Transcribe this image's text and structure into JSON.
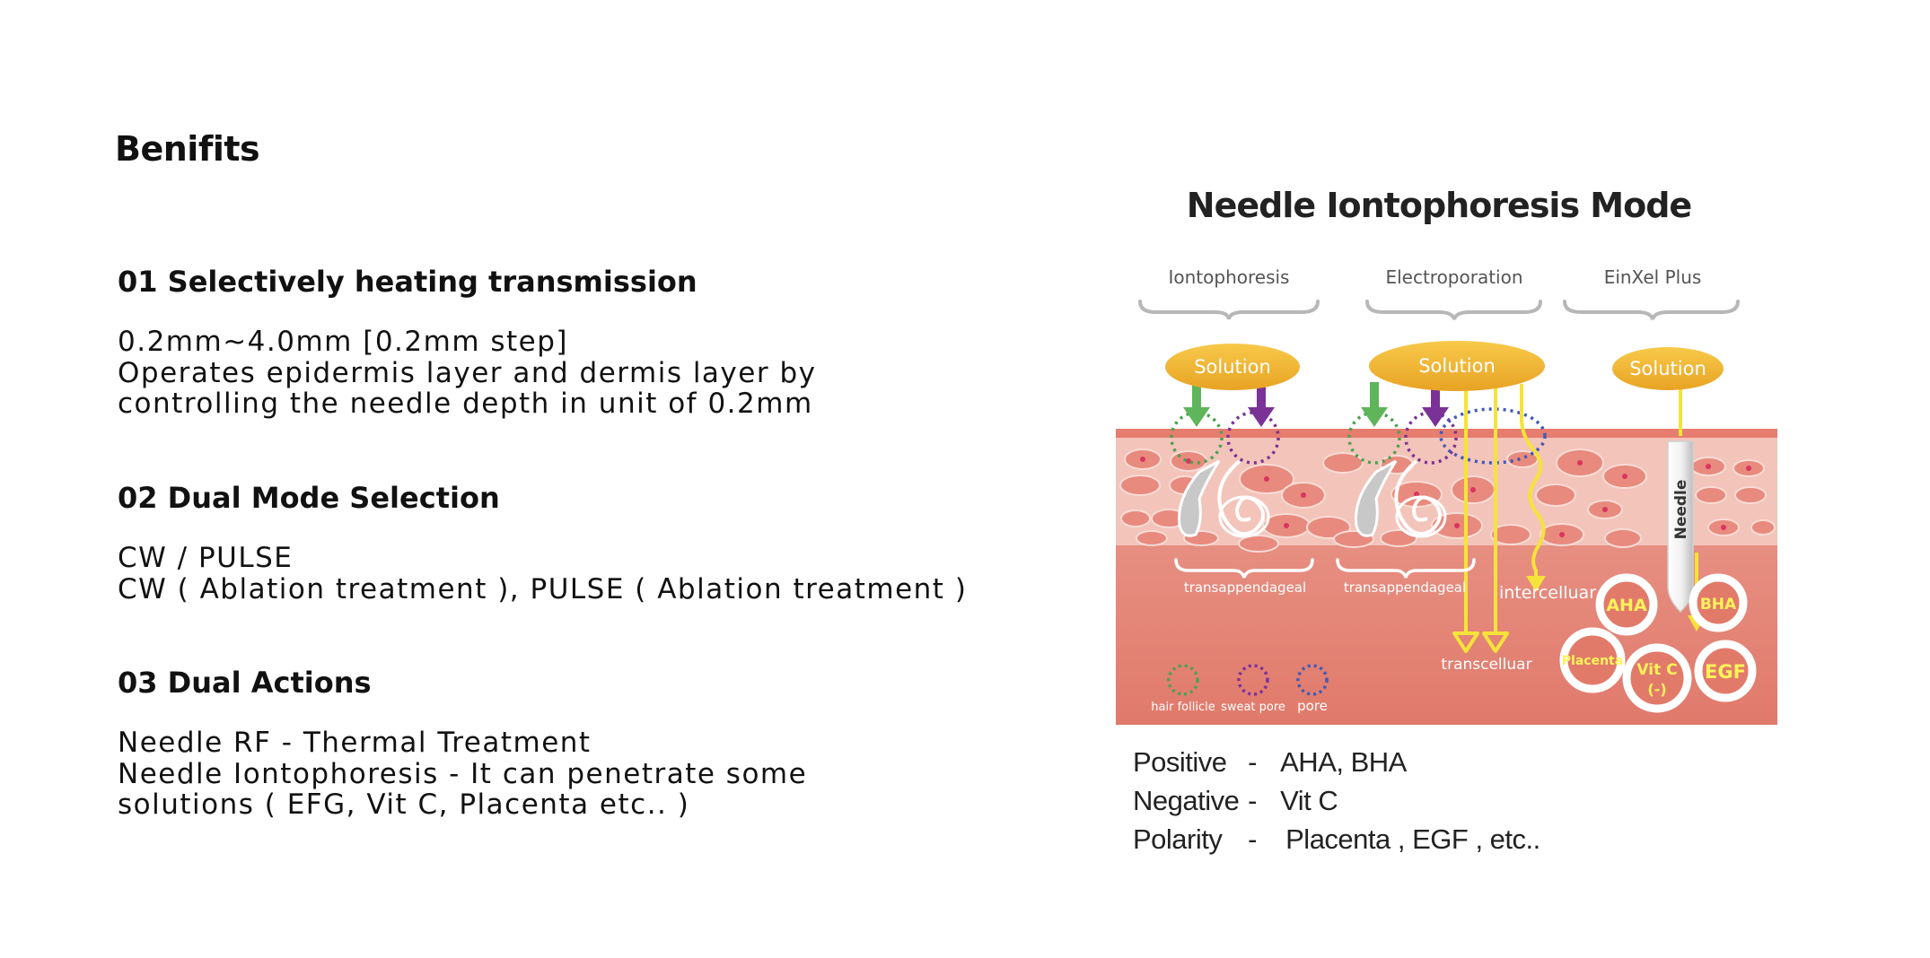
{
  "page": {
    "heading": "Benifits"
  },
  "benefits": [
    {
      "title": "01 Selectively heating transmission",
      "lines": [
        "0.2mm~4.0mm [0.2mm step]",
        "Operates epidermis layer and dermis layer by",
        "controlling the needle depth in unit of 0.2mm"
      ]
    },
    {
      "title": "02 Dual Mode Selection",
      "lines": [
        "CW / PULSE",
        "CW ( Ablation treatment ), PULSE ( Ablation treatment )"
      ]
    },
    {
      "title": "03 Dual Actions",
      "lines": [
        "Needle RF - Thermal Treatment",
        "Needle Iontophoresis - It can penetrate some",
        "solutions ( EFG, Vit C, Placenta etc.. )"
      ]
    }
  ],
  "diagram": {
    "title": "Needle Iontophoresis  Mode",
    "columns": [
      "Iontophoresis",
      "Electroporation",
      "EinXel Plus"
    ],
    "solution_label": "Solution",
    "needle_label": "Needle",
    "path_labels": {
      "transappendageal": "transappendageal",
      "intercelluar": "intercelluar",
      "transcelluar": "transcelluar"
    },
    "circle_labels": [
      "AHA",
      "BHA",
      "Placenta",
      "Vit C",
      "(-)",
      "EGF"
    ],
    "key": [
      "hair follicle",
      "sweat pore",
      "pore"
    ],
    "colors": {
      "skin": "#e27d6e",
      "skin_top": "#f6d3cb",
      "solution": "#f0b52a",
      "hair_follicle": "#4aa24f",
      "sweat_pore": "#7b3296",
      "pore": "#3f59b8",
      "path_yellow": "#f5e33a",
      "label_yellow": "#fff35a"
    }
  },
  "legend": [
    {
      "key": "Positive",
      "dash": "-",
      "value": "AHA, BHA"
    },
    {
      "key": "Negative",
      "dash": "-",
      "value": "Vit C"
    },
    {
      "key": "Polarity",
      "dash": "-",
      "value": "Placenta ,  EGF , etc.."
    }
  ]
}
